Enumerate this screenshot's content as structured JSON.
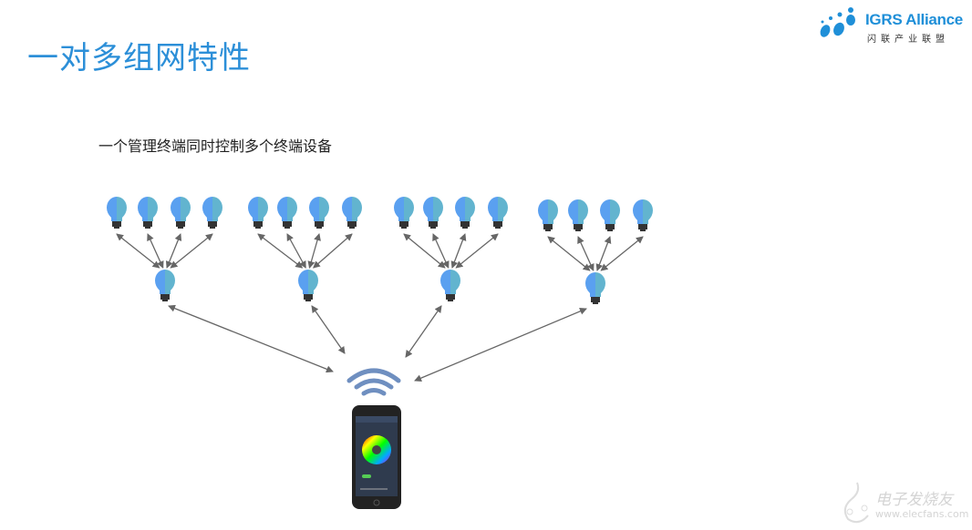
{
  "slide": {
    "title": "一对多组网特性",
    "subtitle": "一个管理终端同时控制多个终端设备"
  },
  "logo": {
    "name": "IGRS Alliance",
    "chinese": "闪联产业联盟"
  },
  "watermark": {
    "chinese": "电子发烧友",
    "url": "www.elecfans.com"
  },
  "diagram": {
    "groups": 4,
    "bulbs_per_group": 4,
    "controller": "smartphone",
    "icons": [
      "light-bulb-icon",
      "wifi-icon",
      "smartphone-icon",
      "double-arrow-icon"
    ]
  },
  "colors": {
    "title": "#2c8fd8",
    "bulb_left": "#5aa0f0",
    "bulb_right": "#62b4cf",
    "arrow": "#666666",
    "wifi": "#6f8fc0"
  }
}
